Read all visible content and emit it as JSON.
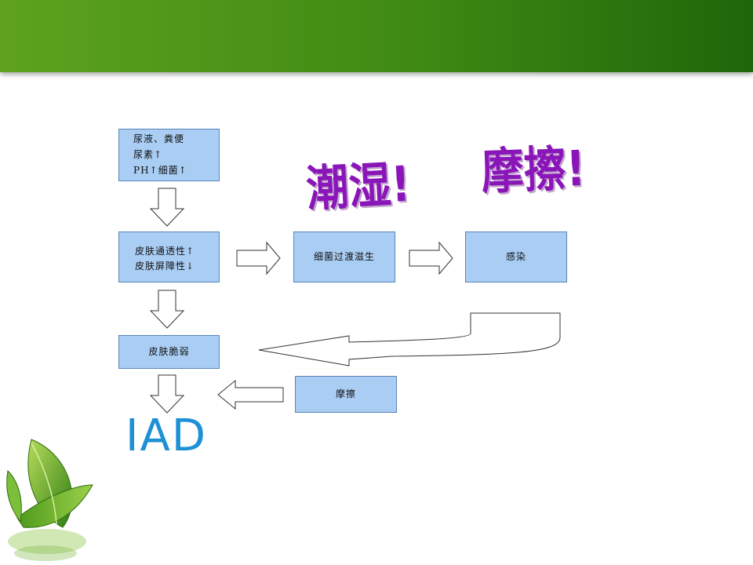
{
  "boxes": {
    "urine_lines": [
      "尿液、粪便",
      "尿素↑",
      "PH↑细菌↑"
    ],
    "permeability_lines": [
      "皮肤通透性↑",
      "皮肤屏障性↓"
    ],
    "bacteria": "细菌过渡滋生",
    "infection": "感染",
    "fragile": "皮肤脆弱",
    "friction": "摩擦"
  },
  "labels": {
    "moist": "潮湿!",
    "rub": "摩擦!",
    "result": "IAD"
  },
  "colors": {
    "header": "#3f8a14",
    "box_fill": "#a9cdf3",
    "big_word": "#8a15b8",
    "iad": "#1e90d6"
  }
}
